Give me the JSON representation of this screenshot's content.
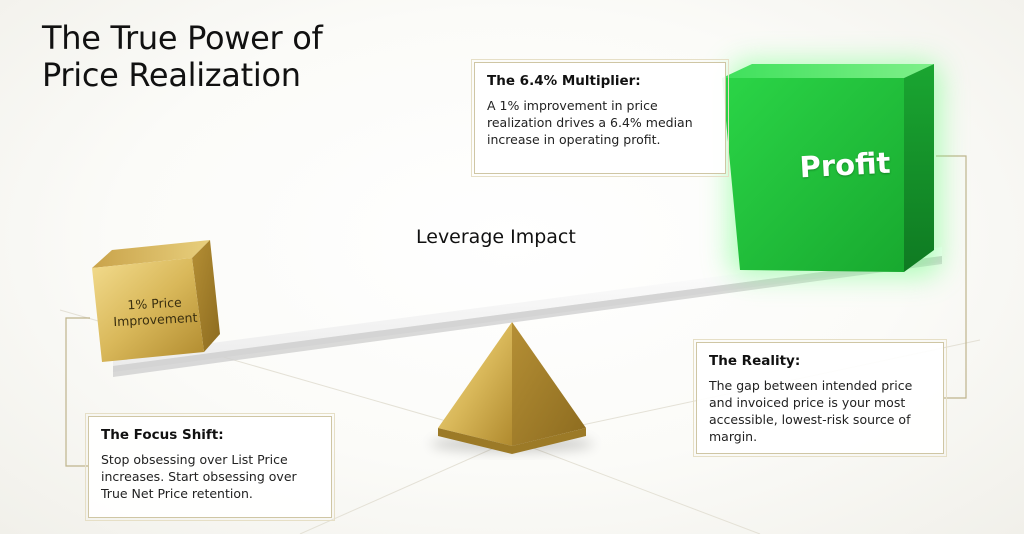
{
  "title": {
    "line1": "The True Power of",
    "line2": "Price Realization"
  },
  "center_label": "Leverage Impact",
  "blocks": {
    "left_label": "1% Price Improvement",
    "right_label": "Profit"
  },
  "callouts": {
    "multiplier": {
      "heading": "The 6.4% Multiplier:",
      "body": "A 1% improvement in price realization drives a 6.4% median increase in operating profit."
    },
    "reality": {
      "heading": "The Reality:",
      "body": "The gap between intended price and invoiced price is your most accessible, lowest-risk source of margin."
    },
    "focus_shift": {
      "heading": "The Focus Shift:",
      "body": "Stop obsessing over List Price increases. Start obsessing over True Net Price retention."
    }
  },
  "colors": {
    "gold": "#d9b85a",
    "gold_dark": "#a8862d",
    "profit_green": "#22c43c",
    "profit_glow": "#7dff8a",
    "callout_border": "#cfc6a4"
  }
}
